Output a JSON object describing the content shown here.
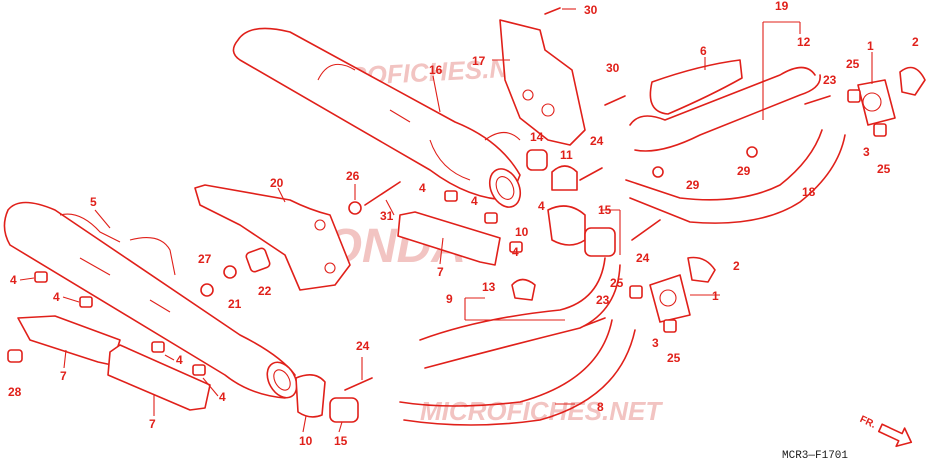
{
  "watermarks": {
    "site_top": "MICROFICHES.NET",
    "site_bottom": "MICROFICHES.NET",
    "brand": "HONDA"
  },
  "diagram_code": "MCR3—F1701",
  "direction_label": "FR.",
  "callouts": {
    "n1a": "1",
    "n1b": "1",
    "n2a": "2",
    "n2b": "2",
    "n3a": "3",
    "n3b": "3",
    "n4a": "4",
    "n4b": "4",
    "n4c": "4",
    "n4d": "4",
    "n4e": "4",
    "n4f": "4",
    "n4g": "4",
    "n5": "5",
    "n6": "6",
    "n7a": "7",
    "n7b": "7",
    "n7c": "7",
    "n8": "8",
    "n9": "9",
    "n10a": "10",
    "n10b": "10",
    "n11": "11",
    "n12": "12",
    "n13": "13",
    "n14": "14",
    "n15a": "15",
    "n15b": "15",
    "n16": "16",
    "n17": "17",
    "n18": "18",
    "n19": "19",
    "n20": "20",
    "n21": "21",
    "n22": "22",
    "n23a": "23",
    "n23b": "23",
    "n24a": "24",
    "n24b": "24",
    "n24c": "24",
    "n25a": "25",
    "n25b": "25",
    "n25c": "25",
    "n25d": "25",
    "n26": "26",
    "n27": "27",
    "n28": "28",
    "n29a": "29",
    "n29b": "29",
    "n30a": "30",
    "n30b": "30",
    "n31": "31"
  },
  "colors": {
    "line": "#e0201a",
    "watermark": "#f2c4c2",
    "code_text": "#1a1a1a"
  }
}
